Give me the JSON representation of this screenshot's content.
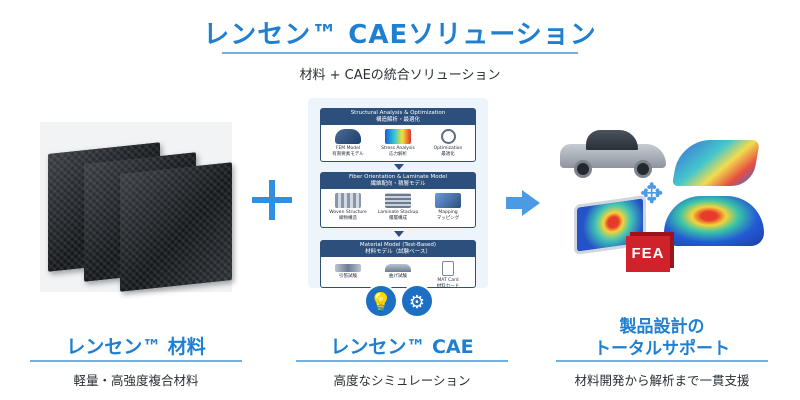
{
  "header": {
    "title": "レンセン™ CAEソリューション",
    "subtitle": "材料 + CAEの統合ソリューション"
  },
  "diagram": {
    "analysis": {
      "title_en": "Structural Analysis & Optimization",
      "title_ja": "構造解析・最適化",
      "items": [
        {
          "en": "FEM Model",
          "ja": "有限要素モデル"
        },
        {
          "en": "Stress Analysis",
          "ja": "応力解析"
        },
        {
          "en": "Optimization",
          "ja": "最適化"
        }
      ]
    },
    "fiber": {
      "title_en": "Fiber Orientation & Laminate Model",
      "title_ja": "繊維配向・積層モデル",
      "items": [
        {
          "en": "Woven Structure",
          "ja": "織物構造"
        },
        {
          "en": "Laminate Stackup",
          "ja": "積層構成"
        },
        {
          "en": "Mapping",
          "ja": "マッピング"
        }
      ]
    },
    "material": {
      "title_en": "Material Model (Test-Based)",
      "title_ja": "材料モデル（試験ベース）",
      "items": [
        {
          "en": "",
          "ja": "引張試験"
        },
        {
          "en": "",
          "ja": "曲げ試験"
        },
        {
          "en": "MAT Card",
          "ja": "材料カード"
        }
      ]
    }
  },
  "fea_label": "FEA",
  "icons": {
    "bulb": "lightbulb-icon",
    "gears": "gears-icon",
    "plus": "plus-icon",
    "arrow": "arrow-right-icon",
    "cross": "four-way-arrow-icon"
  },
  "columns": [
    {
      "title": "レンセン™ 材料",
      "desc": "軽量・高強度複合材料"
    },
    {
      "title": "レンセン™ CAE",
      "desc": "高度なシミュレーション"
    },
    {
      "title_line1": "製品設計の",
      "title_line2": "トータルサポート",
      "desc": "材料開発から解析まで一貫支援"
    }
  ],
  "colors": {
    "accent": "#1f7fd1",
    "navy": "#2c4f7c",
    "fea_red": "#d0222a"
  }
}
